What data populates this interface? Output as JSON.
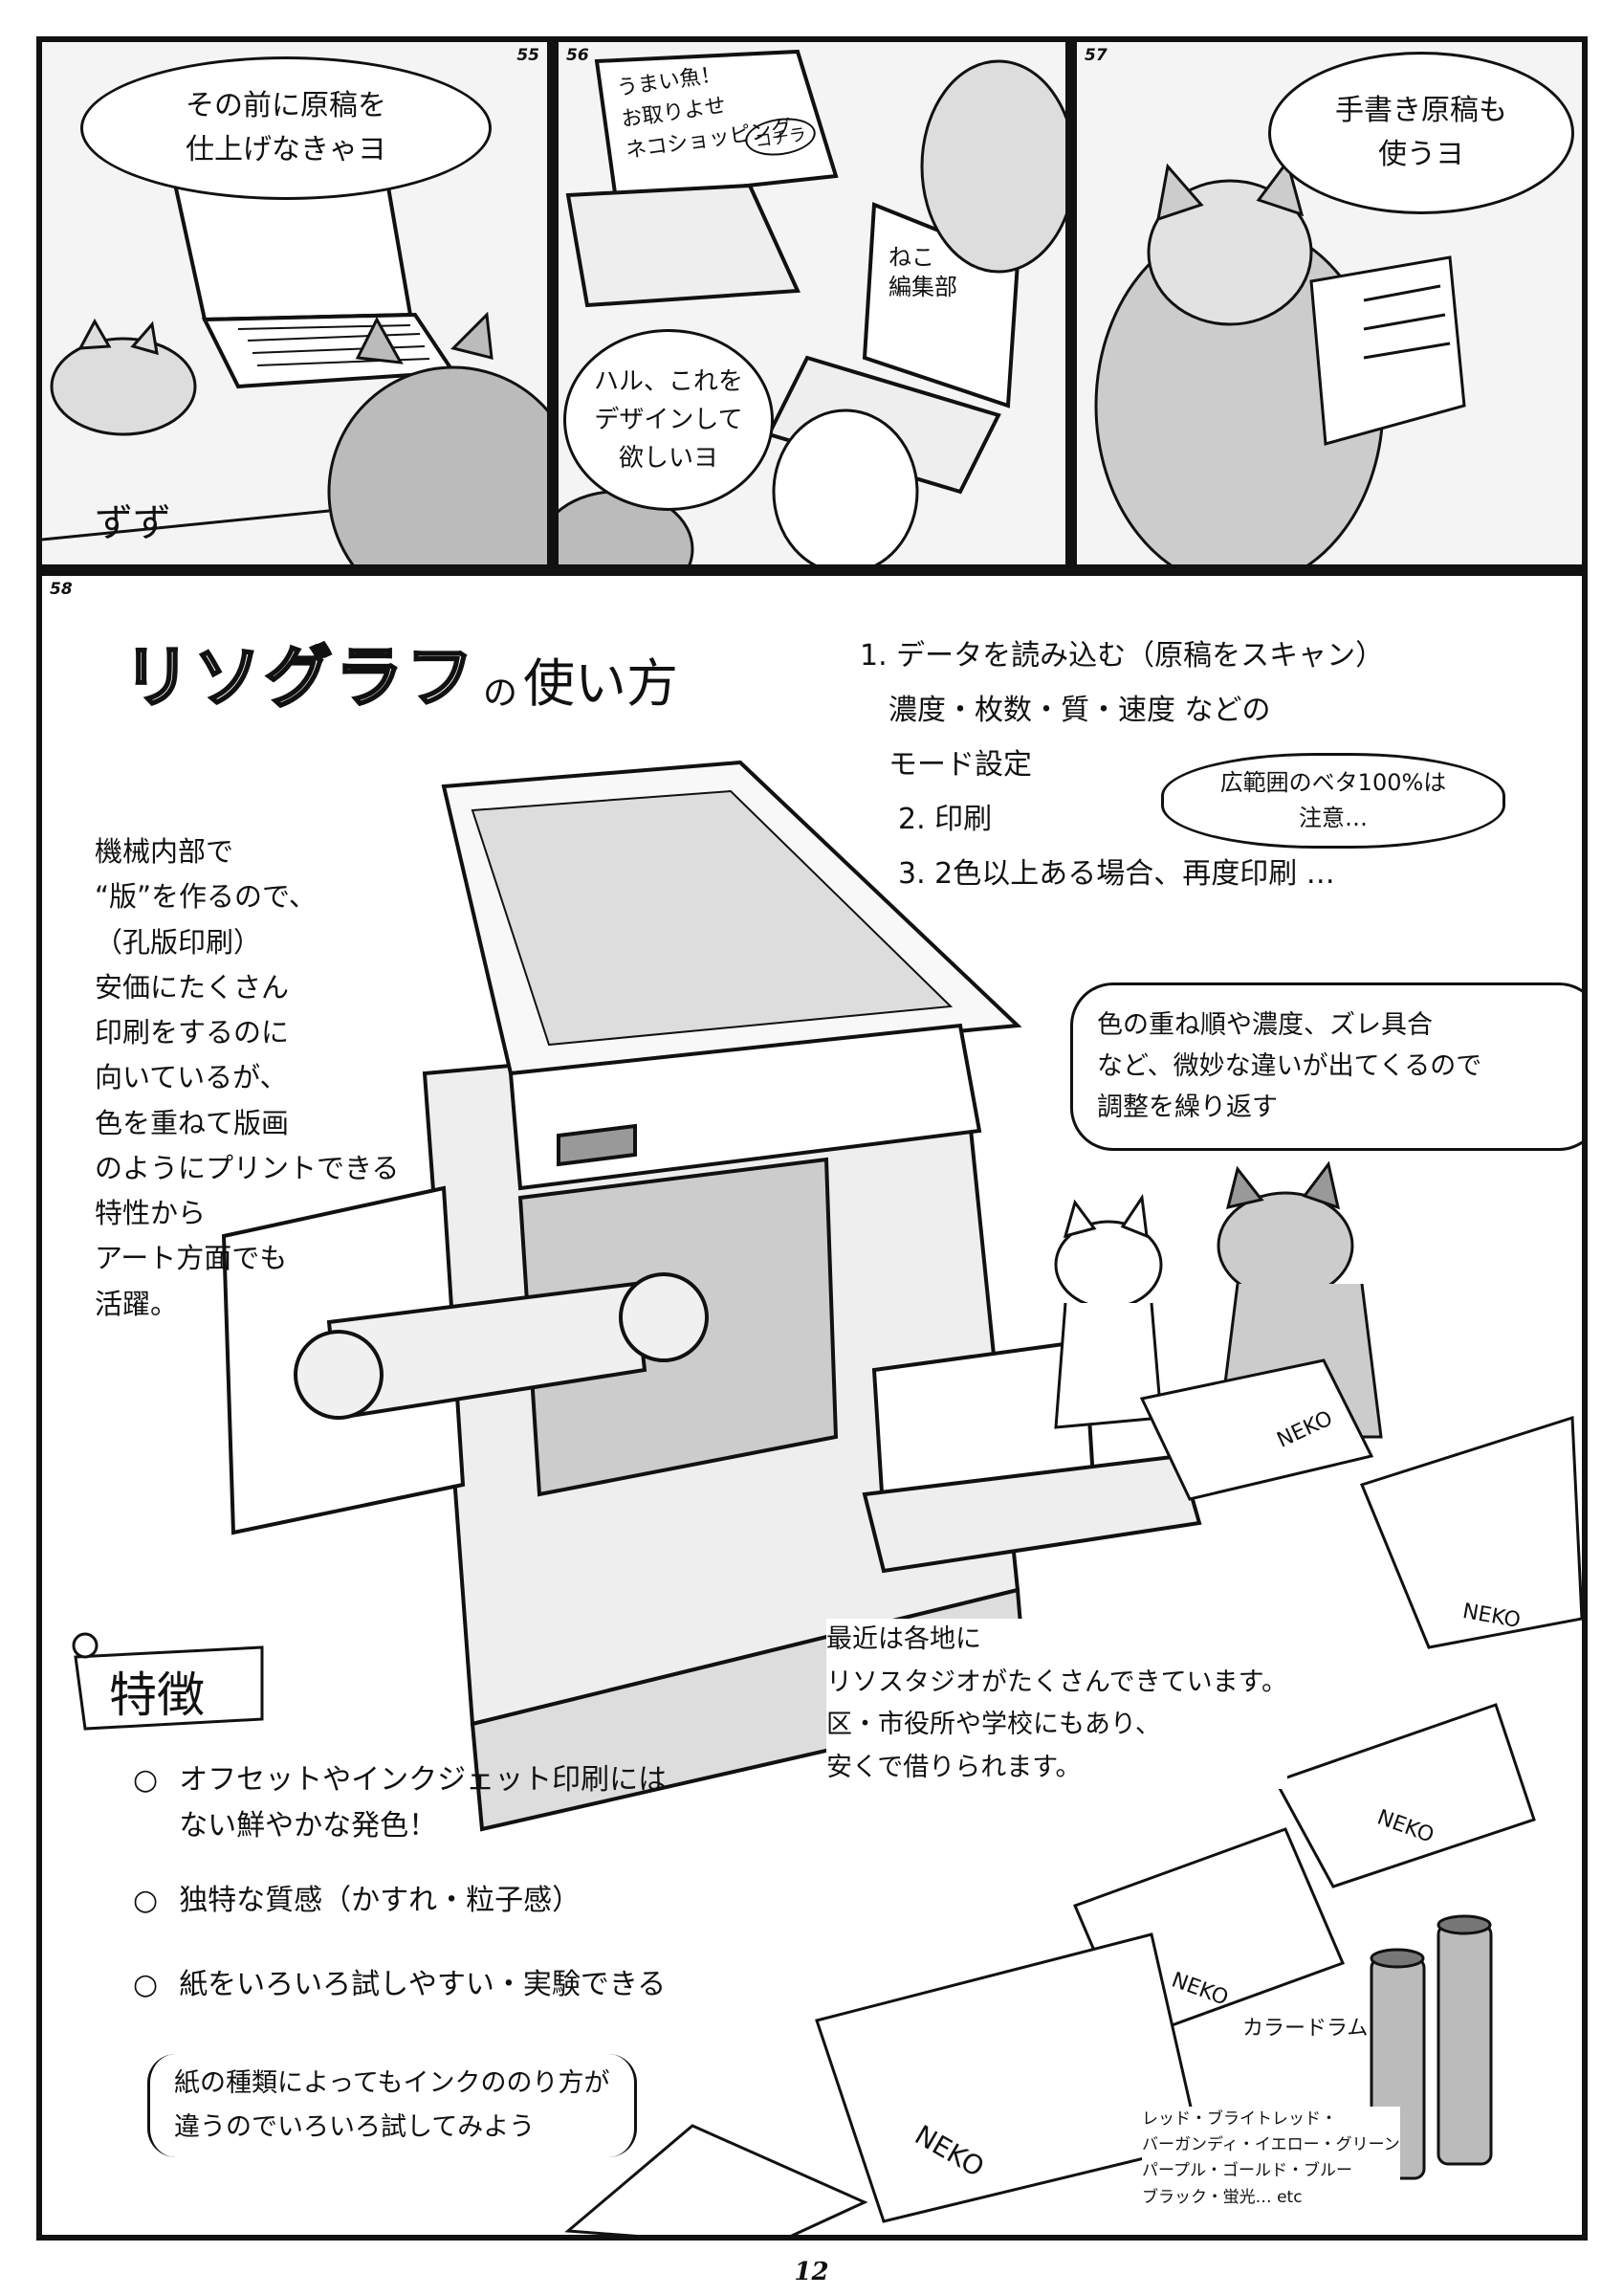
{
  "page_number": "12",
  "panels": {
    "p55": {
      "number": "55",
      "speech": "その前に原稿を\n仕上げなきゃヨ",
      "sfx": "ずず"
    },
    "p56": {
      "number": "56",
      "screen_text": "うまい魚！\nお取りよせ\nネコショッピング",
      "screen_badge": "コチラ",
      "speech": "ハル、これを\nデザインして\n欲しいヨ",
      "laptop_text": "ねこ\n編集部"
    },
    "p57": {
      "number": "57",
      "speech": "手書き原稿も\n使うヨ"
    },
    "p58": {
      "number": "58",
      "title_main": "リソグラフ",
      "title_no": "の",
      "title_tail": "使い方",
      "steps": [
        "1. データを読み込む（原稿をスキャン）",
        "濃度・枚数・質・速度 などの",
        "モード設定",
        "2. 印刷",
        "3. 2色以上ある場合、再度印刷 …"
      ],
      "caution": "広範囲のベタ100%は\n注意…",
      "adjust_note": "色の重ね順や濃度、ズレ具合\nなど、微妙な違いが出てくるので\n調整を繰り返す",
      "left_text": "機械内部で\n“版”を作るので、\n（孔版印刷）\n安価にたくさん\n印刷をするのに\n向いているが、\n色を重ねて版画\nのようにプリントできる\n特性から\nアート方面でも\n活躍。",
      "features_title": "特徴",
      "features": [
        "オフセットやインクジェット印刷には\nない鮮やかな発色！",
        "独特な質感（かすれ・粒子感）",
        "紙をいろいろ試しやすい・実験できる"
      ],
      "paper_note": "紙の種類によってもインクののり方が\n違うのでいろいろ試してみよう",
      "studio_note": "最近は各地に\nリソスタジオがたくさんできています。\n区・市役所や学校にもあり、\n安くで借りられます。",
      "drum_label": "カラードラム",
      "drum_colors": "レッド・ブライトレッド・\nバーガンディ・イエロー・グリーン\nパープル・ゴールド・ブルー\nブラック・蛍光… etc",
      "paper_label": "NEKO"
    }
  }
}
